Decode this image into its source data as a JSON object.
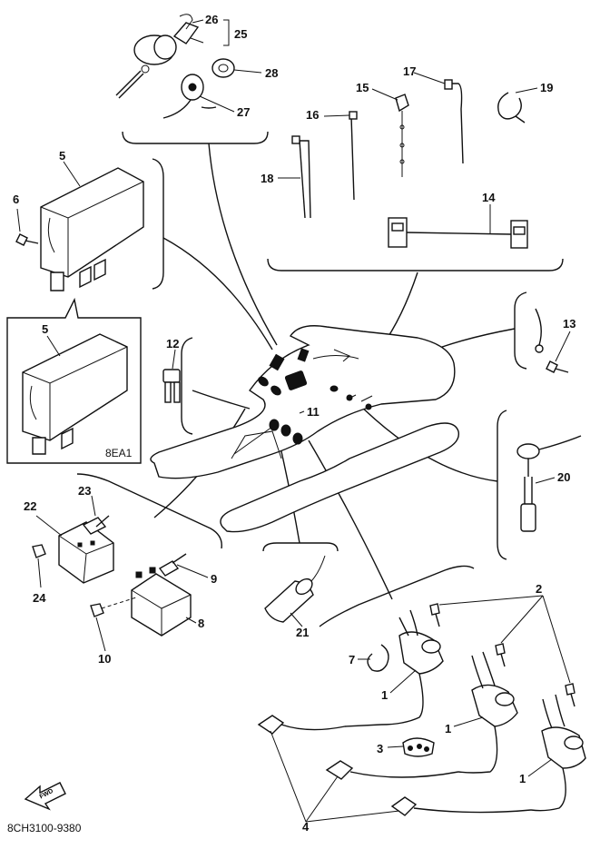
{
  "diagram": {
    "catalog_code": "8CH3100-9380",
    "fwd_arrow_text": "FWD",
    "inset_label": "8EA1",
    "callouts": {
      "c1a": "1",
      "c1b": "1",
      "c1c": "1",
      "c2": "2",
      "c3": "3",
      "c4": "4",
      "c5a": "5",
      "c5b": "5",
      "c6": "6",
      "c7": "7",
      "c8": "8",
      "c9": "9",
      "c10": "10",
      "c11": "11",
      "c12": "12",
      "c13": "13",
      "c14": "14",
      "c15": "15",
      "c16": "16",
      "c17": "17",
      "c18": "18",
      "c19": "19",
      "c20": "20",
      "c21": "21",
      "c22": "22",
      "c23": "23",
      "c24": "24",
      "c25": "25",
      "c26": "26",
      "c27": "27",
      "c28": "28"
    }
  }
}
